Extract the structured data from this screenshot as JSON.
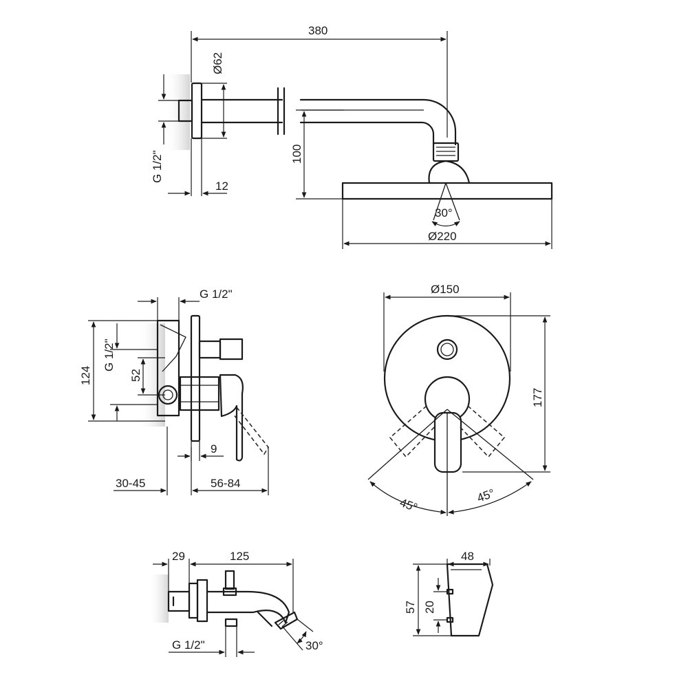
{
  "shower_arm": {
    "length": "380",
    "flange_diameter": "Ø62",
    "thread": "G 1/2\"",
    "flange_depth": "12",
    "drop_height": "100",
    "tilt_angle": "30°",
    "head_diameter": "Ø220"
  },
  "mixer_side": {
    "thread_top": "G 1/2\"",
    "thread_left": "G 1/2\"",
    "height": "124",
    "inlet_offset": "52",
    "plate_offset": "9",
    "wall_depth": "30-45",
    "projection": "56-84"
  },
  "mixer_front": {
    "plate_diameter": "Ø150",
    "height": "177",
    "angle_left": "45°",
    "angle_right": "45°"
  },
  "spout": {
    "base_depth": "29",
    "length": "125",
    "thread": "G 1/2\"",
    "tilt_angle": "30°"
  },
  "holder": {
    "width": "48",
    "height": "57",
    "hole_spacing": "20"
  }
}
